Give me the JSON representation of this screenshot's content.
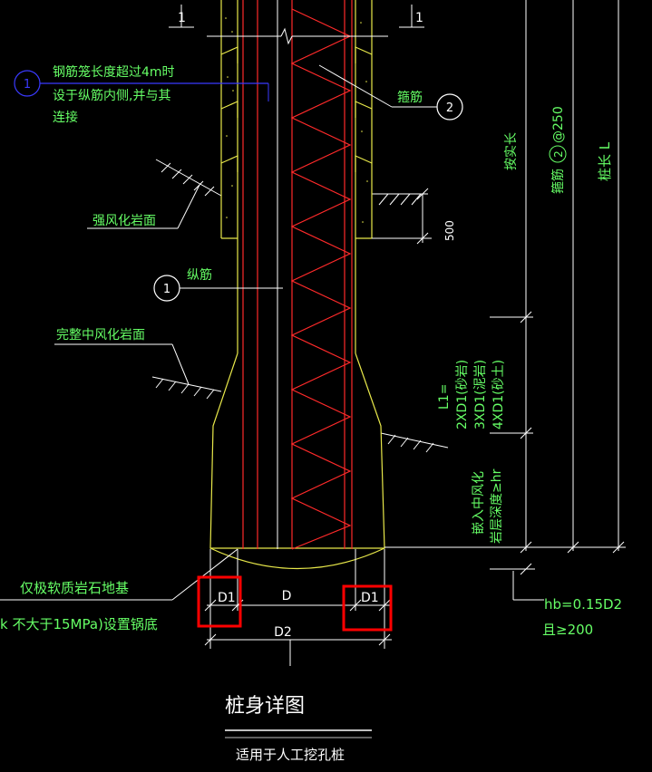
{
  "colors": {
    "background": "#000000",
    "pile_outline": "#e8e84a",
    "rebar": "#ff2a2a",
    "annotation": "#66ff66",
    "title": "#ffffff",
    "leader_blue": "#3a3aff",
    "highlight": "#ff0000",
    "hatch": "#ffffff"
  },
  "callouts": {
    "c1_num": "1",
    "c1_note_line1": "钢筋笼长度超过4m时",
    "c1_note_line2": "设于纵筋内侧,并与其",
    "c1_note_line3": "连接",
    "c2_num": "2",
    "stirrup": "箍筋",
    "longitudinal_num": "1",
    "longitudinal": "纵筋"
  },
  "labels": {
    "strong_weathered": "强风化岩面",
    "moderate_weathered": "完整中风化岩面",
    "dim_500": "500",
    "length_L1_head": "L1=",
    "length_L1_a": "2XD1(砂岩)",
    "length_L1_b": "3XD1(泥岩)",
    "length_L1_c": "4XD1(砂土)",
    "anchor_len": "按实长",
    "stirrup_spacing_label": "箍筋",
    "stirrup_spacing_num": "2",
    "stirrup_spacing_val": "@250",
    "pile_len": "桩长 L",
    "embed_line1": "嵌入中风化",
    "embed_line2": "岩层深度≥hr",
    "base_note_line1": "仅极软质岩石地基",
    "base_note_line2": "k 不大于15MPa)设置锅底",
    "hb_line1": "hb=0.15D2",
    "hb_line2": "且≥200",
    "dim_D1_left": "D1",
    "dim_D": "D",
    "dim_D1_right": "D1",
    "dim_D2": "D2",
    "section_mark_left": "1",
    "section_mark_right": "1"
  },
  "title_block": {
    "title": "桩身详图",
    "subtitle": "适用于人工挖孔桩"
  }
}
